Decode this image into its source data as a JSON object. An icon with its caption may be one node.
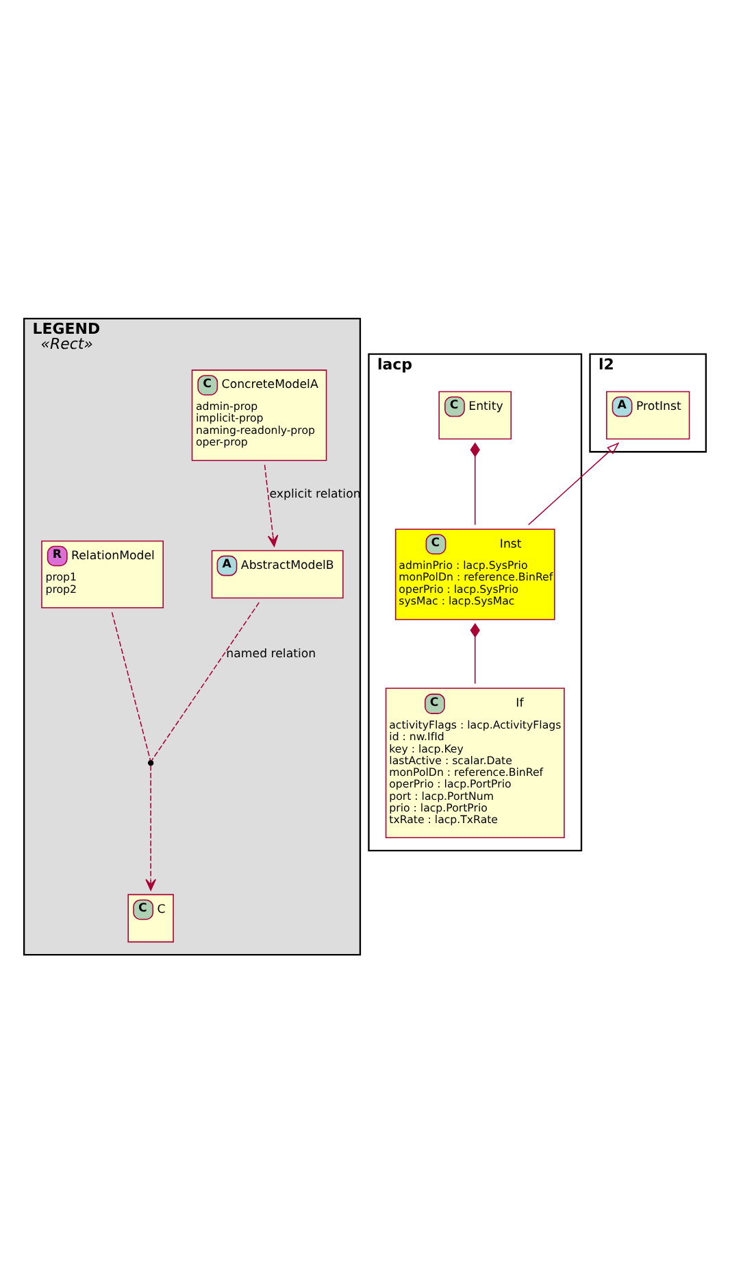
{
  "diagram": {
    "nodes": [
      {
        "text": [
          "LEGEND",
          "«Rect»"
        ]
      },
      {
        "text": [
          "C",
          "ConcreteModelA",
          "admin-prop",
          "implicit-prop",
          "naming-readonly-prop",
          "oper-prop"
        ],
        "in": 0
      },
      {
        "text": [
          "A",
          "AbstractModelB"
        ],
        "in": 0
      },
      {
        "text": [],
        "shape": "circle",
        "in": 0
      },
      {
        "text": [
          "R",
          "RelationModel",
          "prop1",
          "prop2"
        ],
        "in": 0
      },
      {
        "text": [
          "C",
          "C"
        ],
        "in": 0
      },
      {
        "text": [
          "lacp"
        ]
      },
      {
        "text": [
          "C",
          "Entity"
        ],
        "in": 6
      },
      {
        "text": [
          "l2"
        ]
      },
      {
        "text": [
          "A",
          "ProtInst"
        ],
        "in": 8
      },
      {
        "text": [
          "C",
          "Inst",
          "adminPrio : lacp.SysPrio",
          "monPolDn : reference.BinRef",
          "operPrio : lacp.SysPrio",
          "sysMac : lacp.SysMac"
        ],
        "in": 6
      },
      {
        "text": [
          "C",
          "If",
          "activityFlags : lacp.ActivityFlags",
          "id : nw.IfId",
          "key : lacp.Key",
          "lastActive : scalar.Date",
          "monPolDn : reference.BinRef",
          "operPrio : lacp.PortPrio",
          "port : lacp.PortNum",
          "prio : lacp.PortPrio",
          "txRate : lacp.TxRate"
        ],
        "in": 6
      }
    ],
    "edges": [
      {
        "from": 1,
        "to": 2,
        "arrow": "to",
        "style": "dashed",
        "label": "explicit relation"
      },
      {
        "from": 2,
        "to": 3,
        "arrow": "none",
        "style": "dashed",
        "label": "named relation"
      },
      {
        "from": 3,
        "to": 5,
        "arrow": "to",
        "style": "dashed"
      },
      {
        "from": 4,
        "to": 3,
        "arrow": "none",
        "style": "dashed"
      },
      {
        "from": 7,
        "to": 10,
        "arrow": "other"
      },
      {
        "from": 10,
        "to": 9,
        "arrow": "to"
      },
      {
        "from": 10,
        "to": 11,
        "arrow": "other"
      }
    ]
  }
}
